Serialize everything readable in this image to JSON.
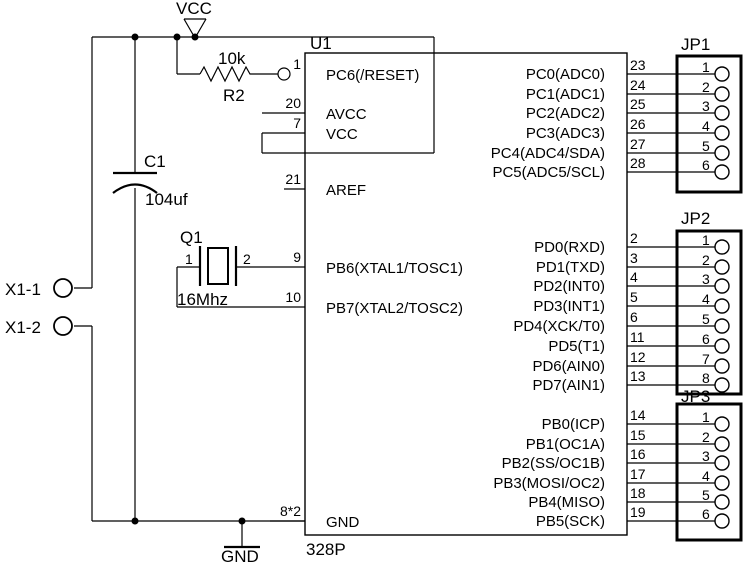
{
  "vcc": "VCC",
  "gnd": "GND",
  "r2": {
    "ref": "R2",
    "value": "10k"
  },
  "c1": {
    "ref": "C1",
    "value": "104uf"
  },
  "q1": {
    "ref": "Q1",
    "value": "16Mhz",
    "pin1": "1",
    "pin2": "2"
  },
  "x1": [
    "X1-1",
    "X1-2"
  ],
  "u1": {
    "ref": "U1",
    "part": "328P",
    "left": [
      {
        "num": "1",
        "name": "PC6(/RESET)"
      },
      {
        "num": "20",
        "name": "AVCC"
      },
      {
        "num": "7",
        "name": "VCC"
      },
      {
        "num": "21",
        "name": "AREF"
      },
      {
        "num": "9",
        "name": "PB6(XTAL1/TOSC1)"
      },
      {
        "num": "10",
        "name": "PB7(XTAL2/TOSC2)"
      },
      {
        "num": "8*2",
        "name": "GND"
      }
    ],
    "right": [
      {
        "num": "23",
        "name": "PC0(ADC0)"
      },
      {
        "num": "24",
        "name": "PC1(ADC1)"
      },
      {
        "num": "25",
        "name": "PC2(ADC2)"
      },
      {
        "num": "26",
        "name": "PC3(ADC3)"
      },
      {
        "num": "27",
        "name": "PC4(ADC4/SDA)"
      },
      {
        "num": "28",
        "name": "PC5(ADC5/SCL)"
      },
      {
        "num": "2",
        "name": "PD0(RXD)"
      },
      {
        "num": "3",
        "name": "PD1(TXD)"
      },
      {
        "num": "4",
        "name": "PD2(INT0)"
      },
      {
        "num": "5",
        "name": "PD3(INT1)"
      },
      {
        "num": "6",
        "name": "PD4(XCK/T0)"
      },
      {
        "num": "11",
        "name": "PD5(T1)"
      },
      {
        "num": "12",
        "name": "PD6(AIN0)"
      },
      {
        "num": "13",
        "name": "PD7(AIN1)"
      },
      {
        "num": "14",
        "name": "PB0(ICP)"
      },
      {
        "num": "15",
        "name": "PB1(OC1A)"
      },
      {
        "num": "16",
        "name": "PB2(SS/OC1B)"
      },
      {
        "num": "17",
        "name": "PB3(MOSI/OC2)"
      },
      {
        "num": "18",
        "name": "PB4(MISO)"
      },
      {
        "num": "19",
        "name": "PB5(SCK)"
      }
    ]
  },
  "headers": [
    {
      "ref": "JP1",
      "pins": [
        "1",
        "2",
        "3",
        "4",
        "5",
        "6"
      ]
    },
    {
      "ref": "JP2",
      "pins": [
        "1",
        "2",
        "3",
        "4",
        "5",
        "6",
        "7",
        "8"
      ]
    },
    {
      "ref": "JP3",
      "pins": [
        "1",
        "2",
        "3",
        "4",
        "5",
        "6"
      ]
    }
  ]
}
